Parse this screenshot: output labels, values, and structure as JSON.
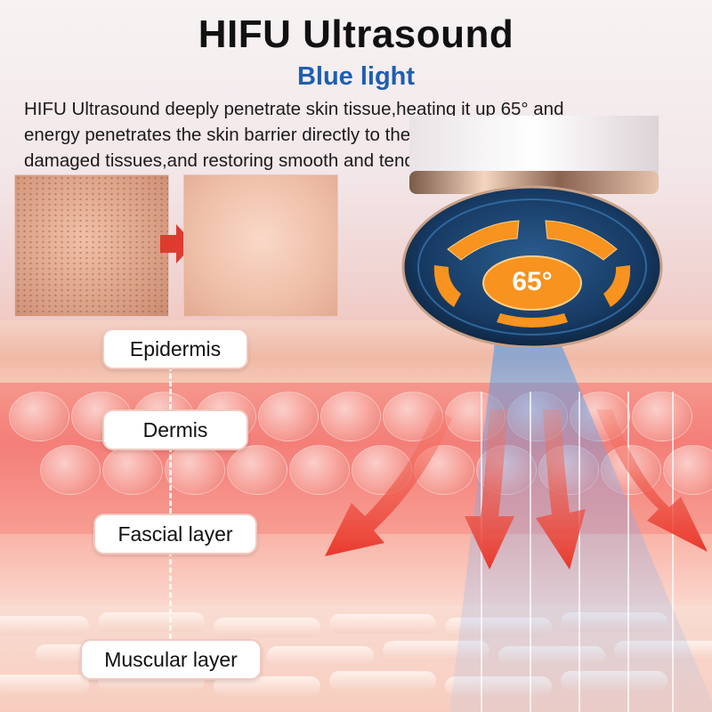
{
  "header": {
    "title": "HIFU Ultrasound",
    "subtitle": "Blue light"
  },
  "description": {
    "line1": "HIFU Ultrasound deeply penetrate skin tissue,heating it up 65° and",
    "line2": "energy penetrates the skin barrier directly to the muscle layer,repairing",
    "line3": "damaged tissues,and restoring smooth and tender skin."
  },
  "device": {
    "temperature": "65°"
  },
  "layers": {
    "epidermis": "Epidermis",
    "dermis": "Dermis",
    "fascial": "Fascial layer",
    "muscular": "Muscular layer"
  },
  "colors": {
    "title": "#111111",
    "subtitle": "#1e5fb0",
    "arrow_red": "#e8372a",
    "pad_orange": "#f7931e",
    "device_blue": "#173a63",
    "beam_blue": "#4696e6"
  }
}
